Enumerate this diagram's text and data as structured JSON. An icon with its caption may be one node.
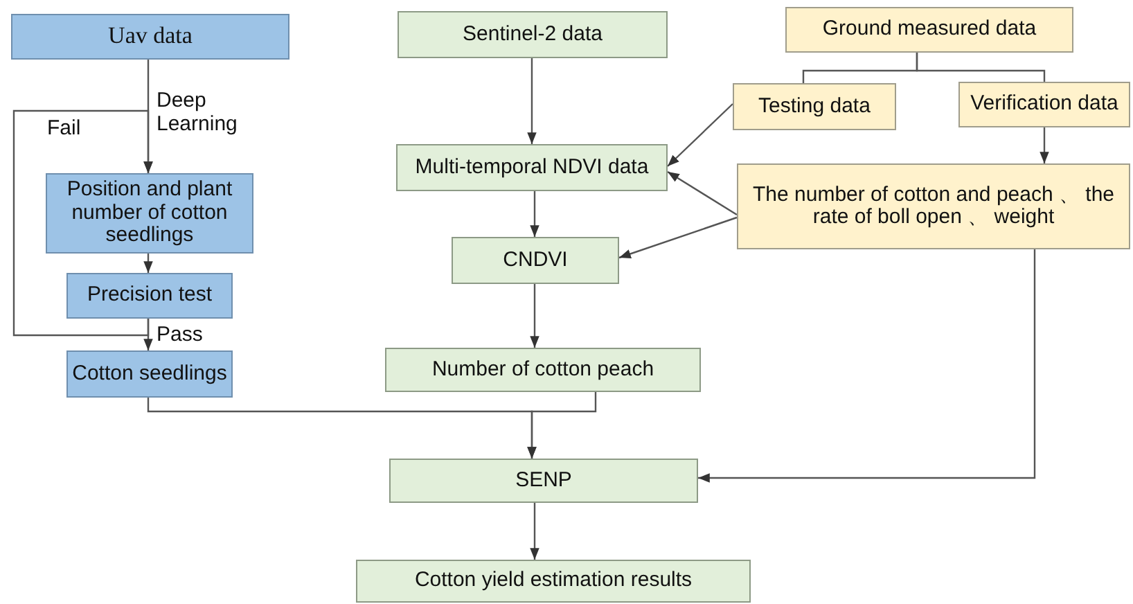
{
  "diagram": {
    "nodes": [
      {
        "text": [
          "Uav data"
        ]
      },
      {
        "text": [
          "Position and plant number of cotton seedlings"
        ]
      },
      {
        "text": [
          "Precision test"
        ]
      },
      {
        "text": [
          "Cotton seedlings"
        ]
      },
      {
        "text": [
          "Sentinel-2 data"
        ]
      },
      {
        "text": [
          "Multi-temporal NDVI data"
        ]
      },
      {
        "text": [
          "CNDVI"
        ]
      },
      {
        "text": [
          "Number of cotton peach"
        ]
      },
      {
        "text": [
          "SENP"
        ]
      },
      {
        "text": [
          "Cotton yield estimation results"
        ]
      },
      {
        "text": [
          "Ground measured data"
        ]
      },
      {
        "text": [
          "Testing data"
        ]
      },
      {
        "text": [
          "Verification data"
        ]
      },
      {
        "text": [
          "The number of cotton and peach 、 the rate of boll open 、 weight"
        ]
      }
    ],
    "edges": [
      {
        "from": 0,
        "to": 1,
        "arrow": "to",
        "label": "Deep Learning"
      },
      {
        "from": 1,
        "to": 2,
        "arrow": "to"
      },
      {
        "from": 2,
        "to": 3,
        "arrow": "to",
        "label": "Pass"
      },
      {
        "from": 2,
        "to": 1,
        "arrow": "to",
        "label": "Fail"
      },
      {
        "from": 4,
        "to": 5,
        "arrow": "to"
      },
      {
        "from": 5,
        "to": 6,
        "arrow": "to"
      },
      {
        "from": 6,
        "to": 7,
        "arrow": "to"
      },
      {
        "from": 3,
        "to": 8,
        "arrow": "to"
      },
      {
        "from": 7,
        "to": 8,
        "arrow": "to"
      },
      {
        "from": 8,
        "to": 9,
        "arrow": "to"
      },
      {
        "from": 10,
        "to": 11,
        "arrow": "none"
      },
      {
        "from": 10,
        "to": 12,
        "arrow": "none"
      },
      {
        "from": 11,
        "to": 5,
        "arrow": "to"
      },
      {
        "from": 13,
        "to": 5,
        "arrow": "to"
      },
      {
        "from": 13,
        "to": 6,
        "arrow": "to"
      },
      {
        "from": 12,
        "to": 13,
        "arrow": "to"
      },
      {
        "from": 13,
        "to": 8,
        "arrow": "to"
      }
    ]
  }
}
